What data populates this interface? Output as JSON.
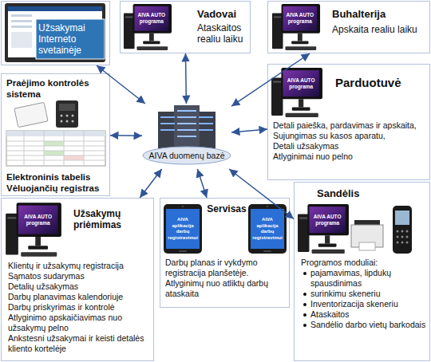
{
  "diagram": {
    "nodes": [
      {
        "text": [
          "Užsakymai Interneto svetainėje"
        ]
      },
      {
        "text": [
          "Vadovai",
          "Ataskaitos realiu laiku"
        ]
      },
      {
        "text": [
          "Buhalterija",
          "Apskaita realiu laiku"
        ]
      },
      {
        "text": [
          "Praėjimo kontrolės sistema",
          "Elektroninis tabelis Vėluojančių registras"
        ]
      },
      {
        "text": [
          "Parduotuvė",
          "Detali paieška, pardavimas ir apskaita,",
          "Sujungimas su kasos aparatu,",
          "Detali užsakymas",
          "Atlyginimai nuo pelno"
        ]
      },
      {
        "text": [
          "AIVA duomenų bazė"
        ]
      },
      {
        "text": [
          "Užsakymų priėmimas",
          "Klientų ir užsakymų registracija",
          "Sąmatos sudarymas",
          "Detalių užsakymas",
          "Darbų planavimas kalendoriuje",
          "Darbų priskyrimas ir kontrolė",
          "Atlyginimo apskaičiavimas nuo užsakymų pelno",
          "Ankstesni užsakymai ir keisti detalės kliento kortelėje"
        ]
      },
      {
        "text": [
          "Servisas",
          "Darbų planas ir vykdymo registracija planšetėje.",
          "Atlyginimų nuo atliktų darbų ataskaita"
        ]
      },
      {
        "text": [
          "Sandėlis",
          "Programos moduliai:",
          "pajamavimas, lipdukų spausdinimas",
          "surinkimu skeneriu",
          "Inventorizacija skeneriu",
          "Ataskaitos",
          "Sandėlio darbo vietų barkodais"
        ]
      }
    ],
    "edges": [
      {
        "from": 5,
        "to": 0,
        "arrow": "both"
      },
      {
        "from": 5,
        "to": 1,
        "arrow": "both"
      },
      {
        "from": 5,
        "to": 2,
        "arrow": "both"
      },
      {
        "from": 5,
        "to": 3,
        "arrow": "both"
      },
      {
        "from": 5,
        "to": 4,
        "arrow": "both"
      },
      {
        "from": 5,
        "to": 6,
        "arrow": "both"
      },
      {
        "from": 5,
        "to": 7,
        "arrow": "both"
      },
      {
        "from": 5,
        "to": 8,
        "arrow": "both"
      }
    ],
    "labels": [
      "AIVA AUTO programa",
      "AIVA AUTO programa",
      "AIVA AUTO programa",
      "AIVA AUTO programa",
      "AIVA aplikacija darbų registravimui",
      "AIVA aplikacija darbų registravimui",
      "AIVA AUTO programa"
    ]
  }
}
